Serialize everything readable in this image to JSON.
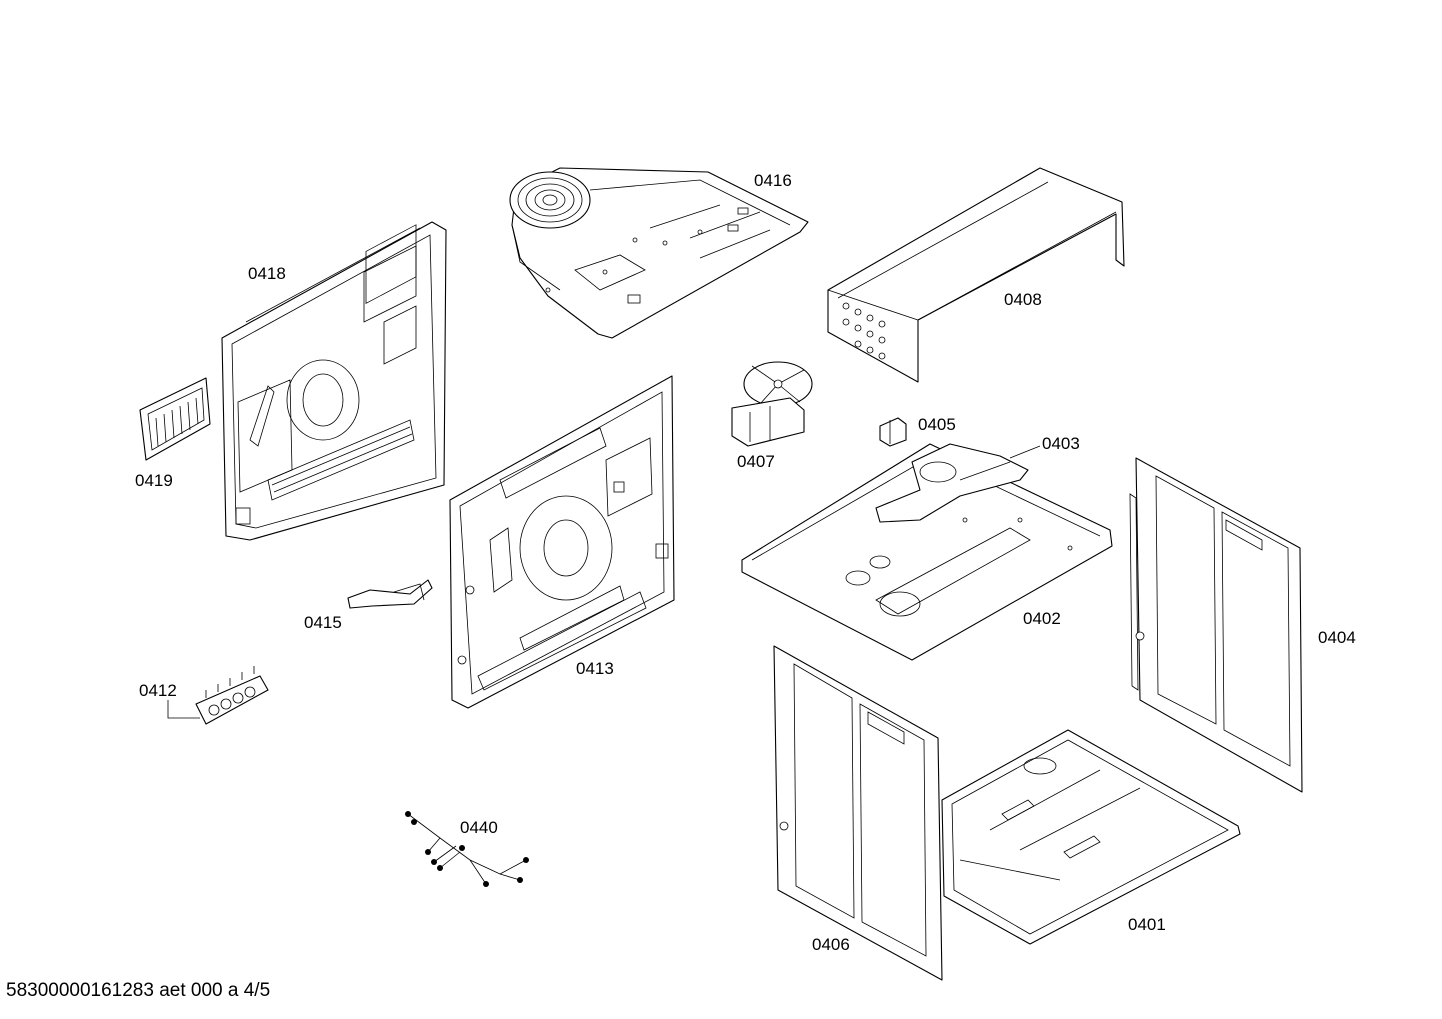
{
  "parts": {
    "p0416": "0416",
    "p0418": "0418",
    "p0408": "0408",
    "p0419": "0419",
    "p0405": "0405",
    "p0403": "0403",
    "p0407": "0407",
    "p0415": "0415",
    "p0402": "0402",
    "p0404": "0404",
    "p0413": "0413",
    "p0412": "0412",
    "p0440": "0440",
    "p0401": "0401",
    "p0406": "0406"
  },
  "footer": {
    "doc_ref": "58300000161283 aet 000 a 4/5"
  }
}
